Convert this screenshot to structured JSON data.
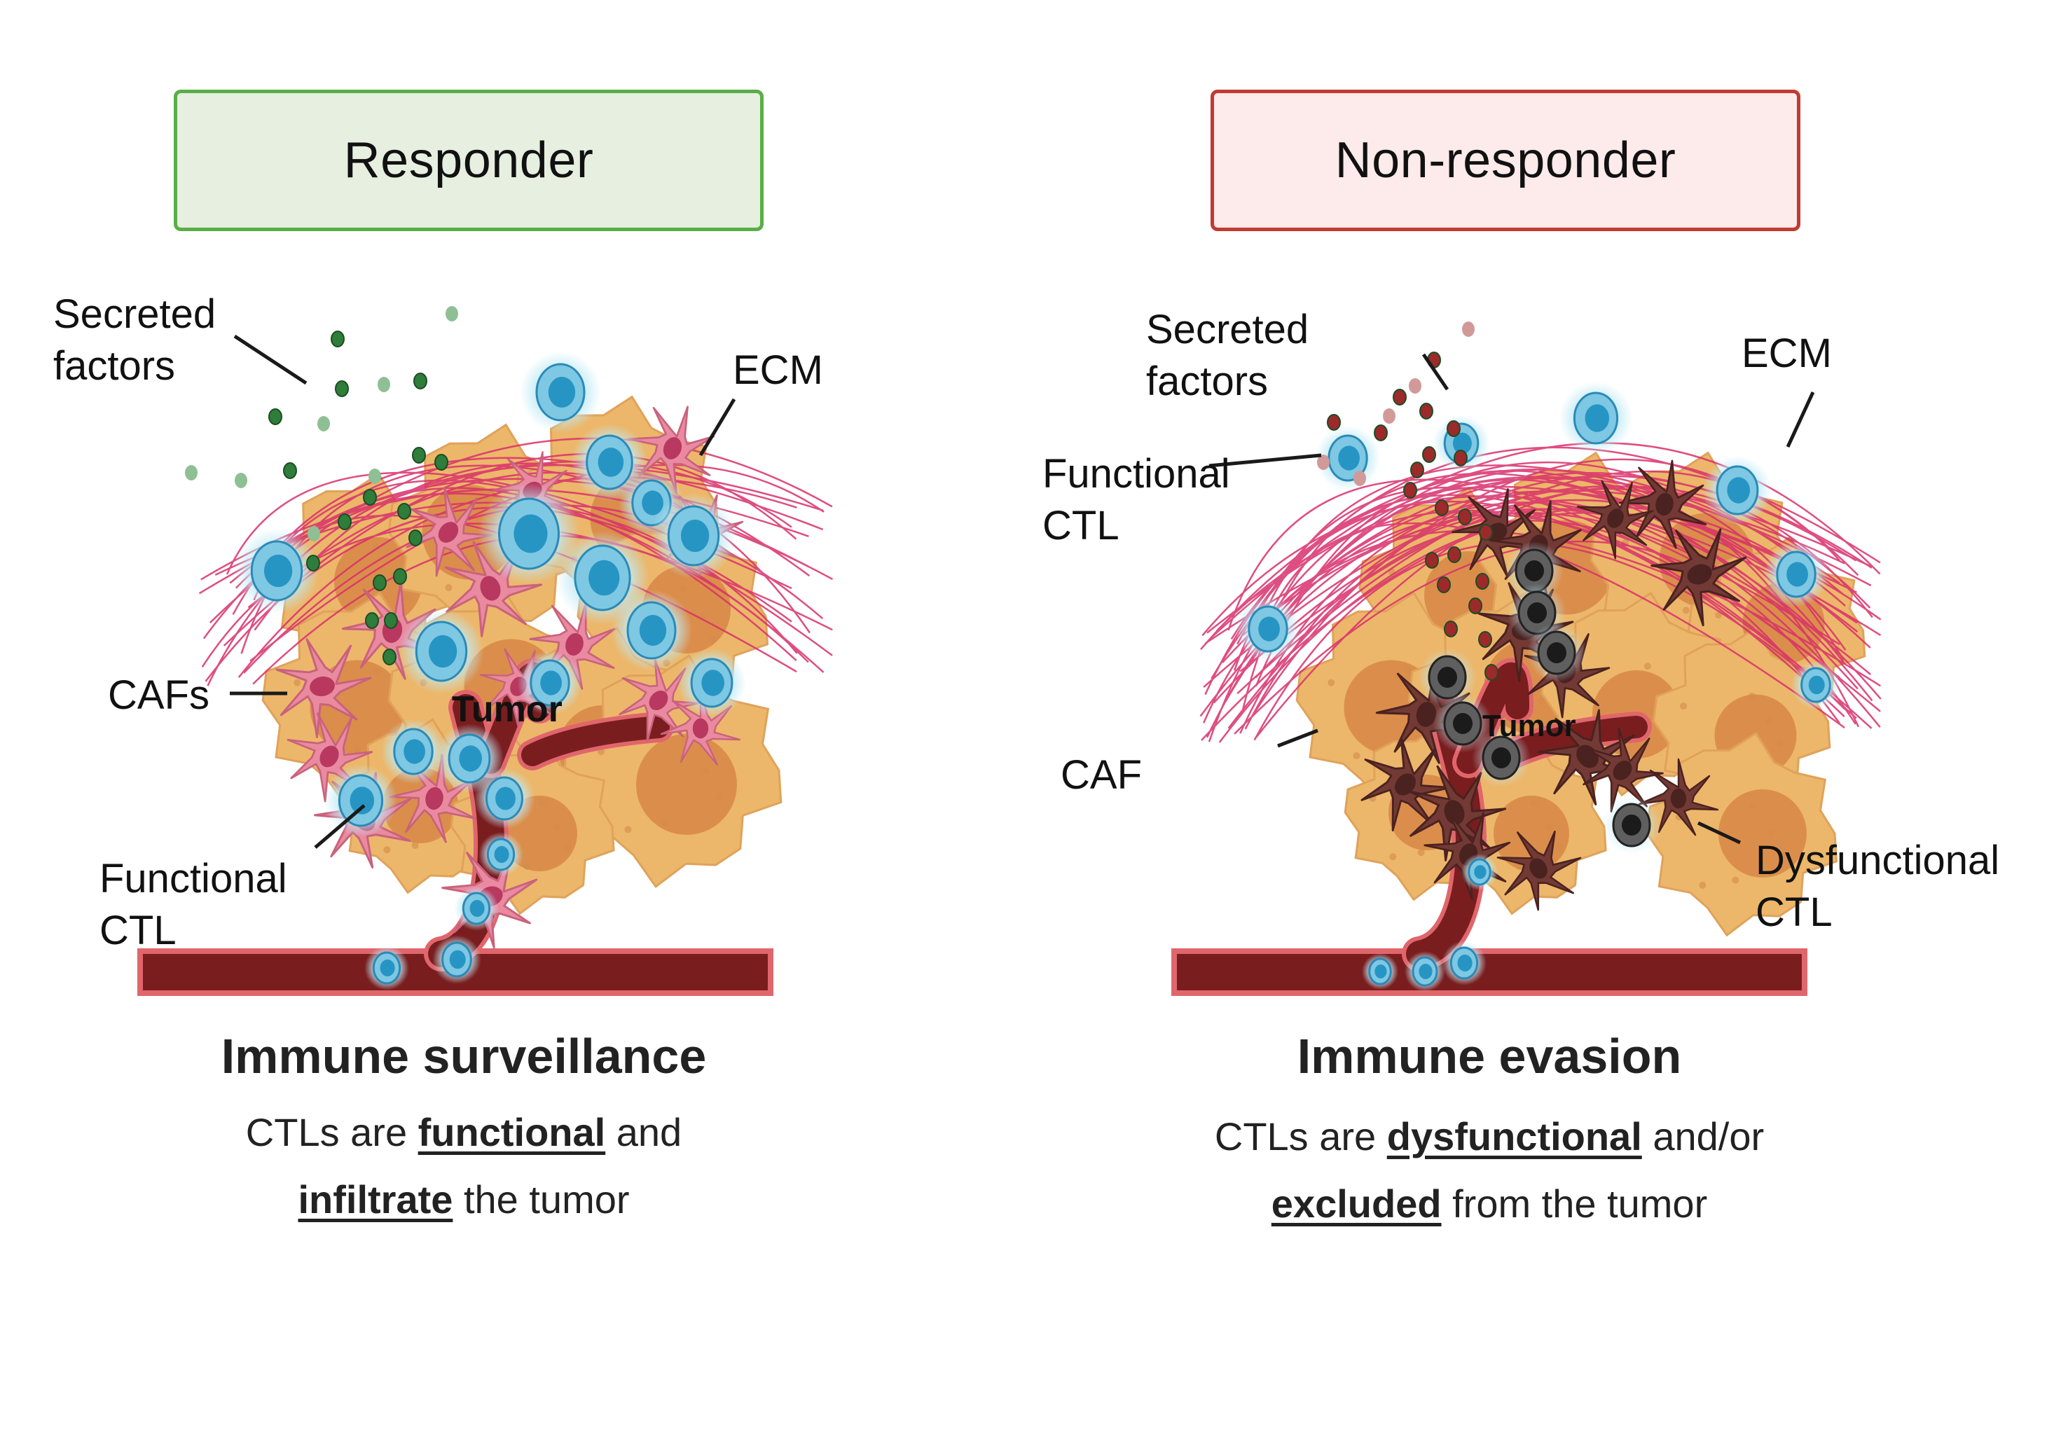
{
  "panels": [
    {
      "id": "responder",
      "header": "Responder",
      "header_colors": {
        "fill": "#e6efe0",
        "border": "#5aae47"
      },
      "labels": {
        "secreted_factors": "Secreted\nfactors",
        "ecm": "ECM",
        "cafs": "CAFs",
        "tumor": "Tumor",
        "functional_ctl": "Functional\nCTL"
      },
      "caption": {
        "title": "Immune surveillance",
        "line1": {
          "pre": "CTLs are ",
          "em": "functional",
          "post": " and"
        },
        "line2": {
          "pre": "",
          "em": "infiltrate",
          "post": " the tumor"
        }
      },
      "colors": {
        "secreted_factor": "#2e7d3a",
        "secreted_factor_light": "#8fbf94",
        "caf": "#e98aa0",
        "caf_nucleus": "#b8385f",
        "ctl_outer": "#7ec8e3",
        "ctl_inner": "#2795c4"
      },
      "ctl_state": "functional"
    },
    {
      "id": "non-responder",
      "header": "Non-responder",
      "header_colors": {
        "fill": "#fcebea",
        "border": "#c23a33"
      },
      "labels": {
        "secreted_factors": "Secreted\nfactors",
        "ecm": "ECM",
        "functional_ctl": "Functional\nCTL",
        "caf": "CAF",
        "tumor": "Tumor",
        "dysfunctional_ctl": "Dysfunctional\nCTL"
      },
      "caption": {
        "title": "Immune evasion",
        "line1": {
          "pre": "CTLs are ",
          "em": "dysfunctional",
          "post": " and/or"
        },
        "line2": {
          "pre": "",
          "em": "excluded",
          "post": " from the tumor"
        }
      },
      "colors": {
        "secreted_factor": "#9c2a2a",
        "secreted_factor_light": "#d19a98",
        "caf": "#733a35",
        "caf_nucleus": "#4a2220",
        "ctl_outer": "#7ec8e3",
        "ctl_inner": "#2795c4",
        "dysfunctional_outer": "#5f5f5f",
        "dysfunctional_inner": "#1b1b1b"
      },
      "ctl_state": "dysfunctional"
    }
  ],
  "shared_colors": {
    "tumor_cell": "#ecb76a",
    "tumor_nucleus": "#d98a48",
    "vessel": "#7a1d1e",
    "vessel_wall": "#e0666c",
    "ecm_fiber": "#d9306b"
  }
}
